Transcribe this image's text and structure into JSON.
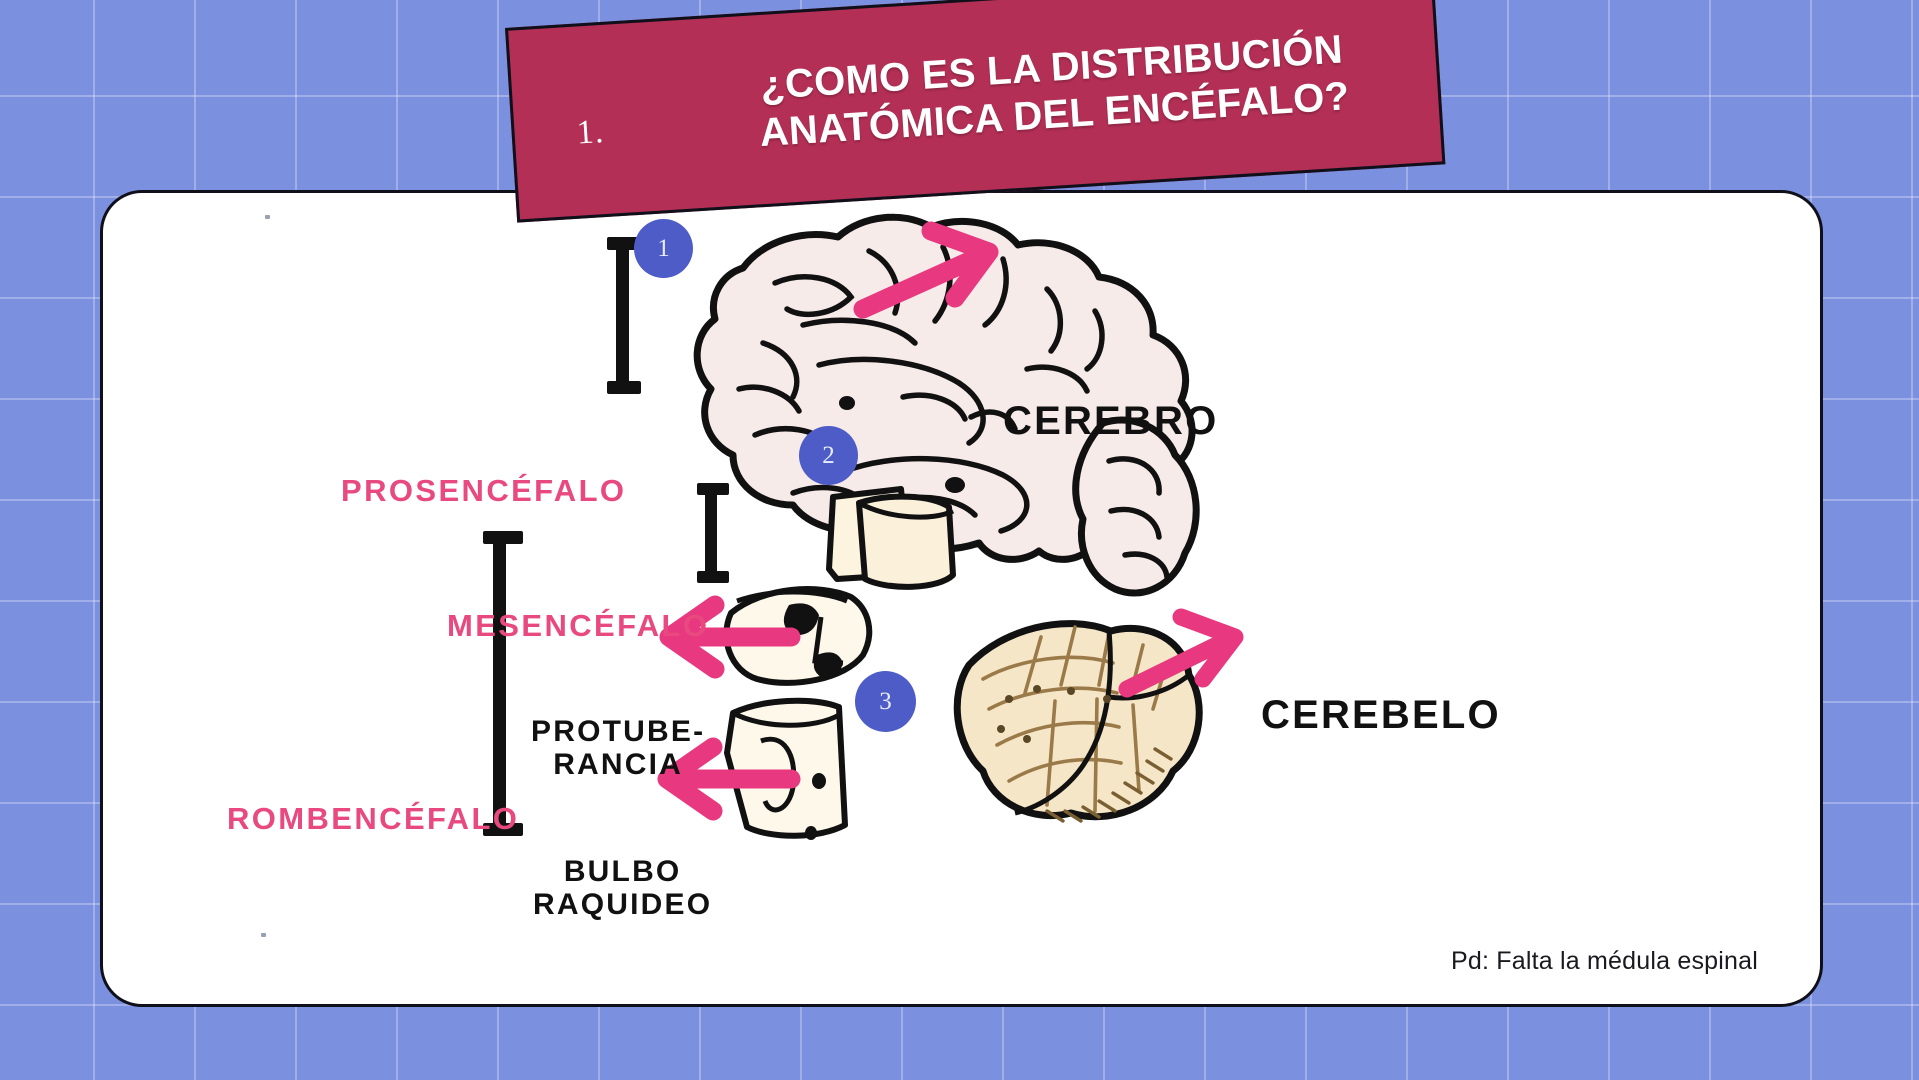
{
  "slide": {
    "background_color": "#7b90de",
    "grid_line_color": "#ffffff",
    "card_color": "#ffffff",
    "card_border_color": "#10101a"
  },
  "banner": {
    "number": "1.",
    "title_line1": "¿COMO ES LA DISTRIBUCIÓN",
    "title_line2": "ANATÓMICA DEL ENCÉFALO?",
    "background_color": "#b42f56",
    "text_color": "#ffffff"
  },
  "region_labels": {
    "color": "#e8497f",
    "items": [
      {
        "text": "PROSENCÉFALO",
        "id": "prosencefalo"
      },
      {
        "text": "MESENCÉFALO",
        "id": "mesencefalo"
      },
      {
        "text": "ROMBENCÉFALO",
        "id": "rombencefalo"
      }
    ]
  },
  "part_labels": {
    "color": "#111111",
    "items": [
      {
        "text": "CEREBRO",
        "id": "cerebro"
      },
      {
        "text": "CEREBELO",
        "id": "cerebelo"
      },
      {
        "text_line1": "PROTUBE-",
        "text_line2": "RANCIA",
        "id": "protuberancia"
      },
      {
        "text_line1": "BULBO",
        "text_line2": "RAQUIDEO",
        "id": "bulbo-raquideo"
      }
    ]
  },
  "callouts": {
    "circle_color": "#4e5cc8",
    "circle_text_color": "#e9ecfb",
    "items": [
      {
        "number": "1"
      },
      {
        "number": "2"
      },
      {
        "number": "3"
      }
    ]
  },
  "arrows": {
    "color": "#e8387f",
    "count": 4
  },
  "footnote": {
    "text": "Pd: Falta la médula espinal"
  },
  "illustrations": [
    {
      "id": "cerebrum-drawing",
      "fill": "#f7ebe9",
      "stroke": "#111111"
    },
    {
      "id": "midbrain-drawing",
      "fill": "#fdf4e0",
      "stroke": "#111111"
    },
    {
      "id": "pons-drawing",
      "fill": "#fdf8ea",
      "stroke": "#111111"
    },
    {
      "id": "medulla-drawing",
      "fill": "#fdf8ea",
      "stroke": "#111111"
    },
    {
      "id": "cerebellum-drawing",
      "fill": "#f6e6c8",
      "stroke": "#111111"
    }
  ]
}
